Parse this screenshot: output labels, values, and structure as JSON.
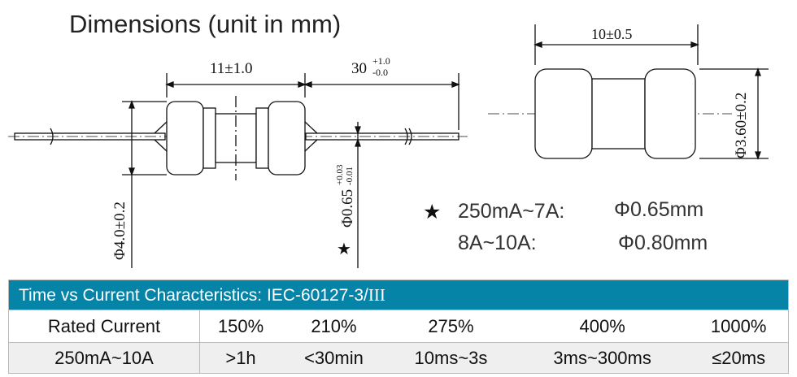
{
  "title": "Dimensions (unit in mm)",
  "left_drawing": {
    "length": "11±1.0",
    "lead_length": "30",
    "lead_tol_plus": "+1.0",
    "lead_tol_minus": "-0.0",
    "body_diameter": "Φ4.0±0.2",
    "lead_diameter": "Φ0.65",
    "lead_dia_tol_plus": "+0.03",
    "lead_dia_tol_minus": "-0.01",
    "star": "★"
  },
  "right_drawing": {
    "length": "10±0.5",
    "diameter": "Φ3.60±0.2"
  },
  "legend": [
    {
      "star": "★",
      "range": "250mA~7A:",
      "value": "Φ0.65mm"
    },
    {
      "range": "8A~10A:",
      "value": "Φ0.80mm"
    }
  ],
  "table": {
    "header": "Time vs Current Characteristics: IEC-60127-3/",
    "header_suffix": "III",
    "row1": [
      "Rated Current",
      "150%",
      "210%",
      "275%",
      "400%",
      "1000%"
    ],
    "row2": [
      "250mA~10A",
      ">1h",
      "<30min",
      "10ms~3s",
      "3ms~300ms",
      "≤20ms"
    ]
  }
}
